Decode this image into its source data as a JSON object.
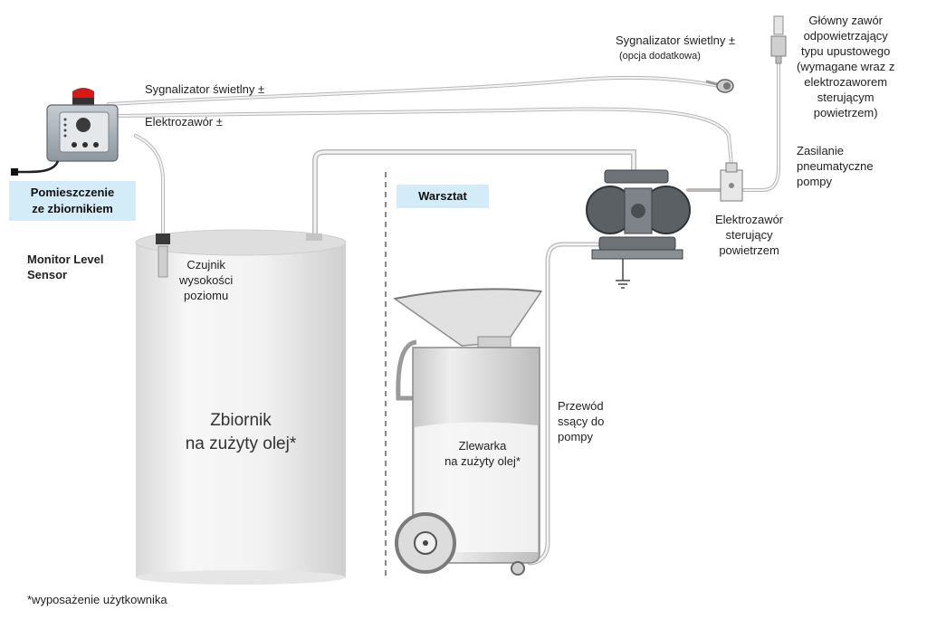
{
  "labels": {
    "beacon_top": "Sygnalizator świetlny ±",
    "beacon_optional": "Sygnalizator świetlny ±",
    "beacon_optional_note": "(opcja dodatkowa)",
    "solenoid_line": "Elektrozawór ±",
    "room_tank": [
      "Pomieszczenie",
      "ze zbiornikiem"
    ],
    "monitor": [
      "Monitor Level",
      "Sensor"
    ],
    "level_sensor": [
      "Czujnik",
      "wysokości",
      "poziomu"
    ],
    "workshop": "Warsztat",
    "tank": [
      "Zbiornik",
      "na zużyty olej*"
    ],
    "drain": [
      "Zlewarka",
      "na zużyty olej*"
    ],
    "suction": [
      "Przewód",
      "ssący do",
      "pompy"
    ],
    "main_valve": [
      "Główny zawór",
      "odpowietrzający",
      "typu upustowego",
      "(wymagane wraz z",
      "elektrozaworem",
      "sterującym",
      "powietrzem)"
    ],
    "air_supply": [
      "Zasilanie",
      "pneumatyczne",
      "pompy"
    ],
    "air_solenoid": [
      "Elektrozawór",
      "sterujący",
      "powietrzem"
    ],
    "footnote": "*wyposażenie użytkownika"
  },
  "colors": {
    "room_tag_bg": "#d4ecf7",
    "beacon_red": "#d51a1a",
    "pipe": "#c9c9c9",
    "tank_fill": "#f0f0f0"
  }
}
